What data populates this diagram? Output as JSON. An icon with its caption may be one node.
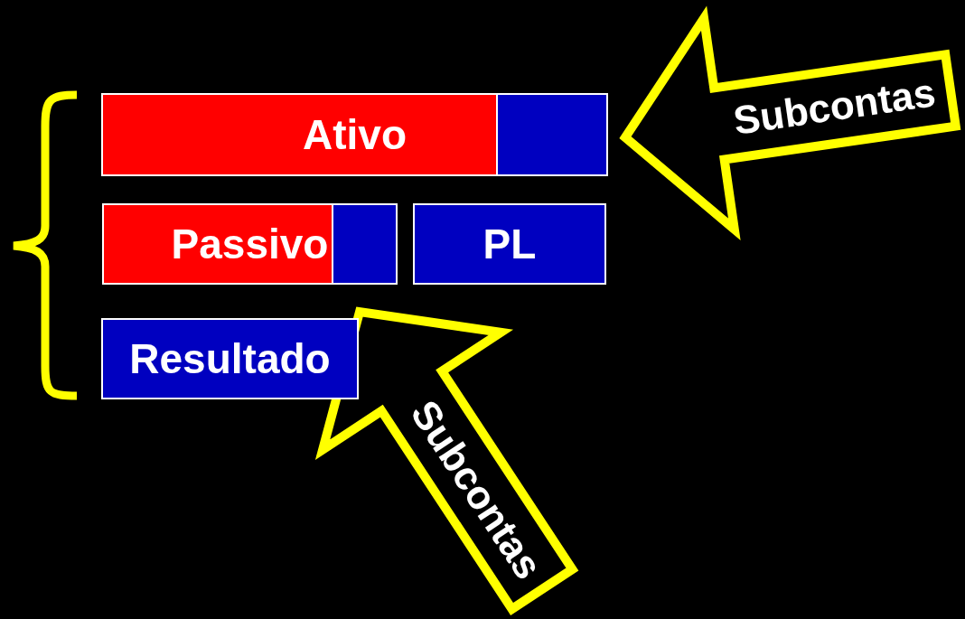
{
  "diagram": {
    "nodes": [
      {
        "text": [
          "Ativo"
        ]
      },
      {
        "text": [
          "Passivo"
        ]
      },
      {
        "text": [
          "PL"
        ]
      },
      {
        "text": [
          "Resultado"
        ]
      }
    ],
    "edges": [
      {
        "from": null,
        "to": 0,
        "arrow": "to",
        "label": "Subcontas",
        "style": "thick",
        "color": "#ffff00"
      },
      {
        "from": null,
        "to": 3,
        "arrow": "to",
        "label": "Subcontas",
        "style": "thick",
        "color": "#ffff00"
      }
    ]
  }
}
